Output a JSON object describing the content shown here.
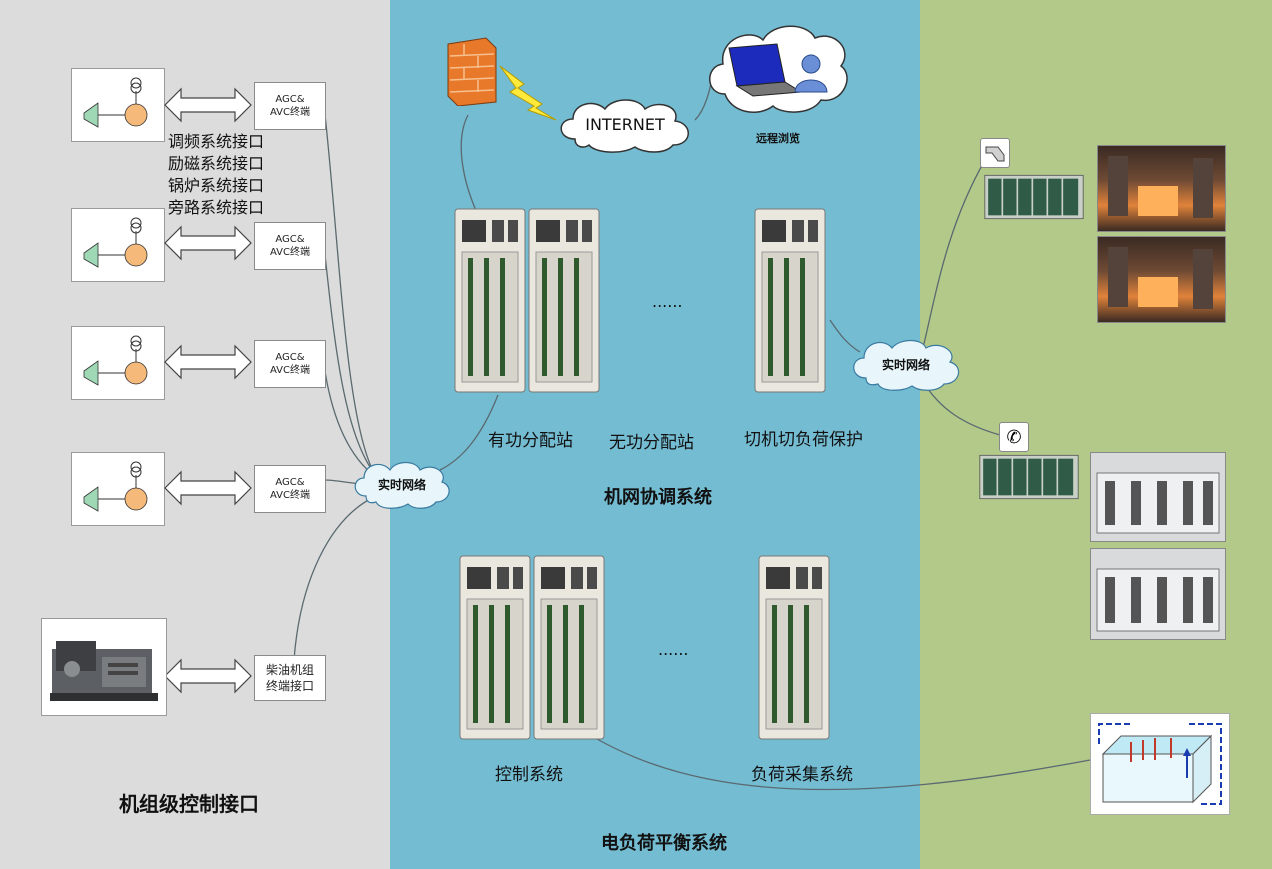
{
  "left": {
    "title": "机组级控制接口",
    "terminal_label_1": "AGC&",
    "terminal_label_2": "AVC终端",
    "interfaces": [
      "调频系统接口",
      "励磁系统接口",
      "锅炉系统接口",
      "旁路系统接口"
    ],
    "diesel_label_1": "柴油机组",
    "diesel_label_2": "终端接口"
  },
  "middle": {
    "internet": "INTERNET",
    "remote_browse": "远程浏览",
    "realtime_net": "实时网络",
    "dots": "......",
    "stations": [
      "有功分配站",
      "无功分配站",
      "切机切负荷保护"
    ],
    "coord_title": "机网协调系统",
    "control": "控制系统",
    "load_collect": "负荷采集系统",
    "balance_title": "电负荷平衡系统"
  },
  "right": {
    "realtime_net": "实时网络"
  }
}
